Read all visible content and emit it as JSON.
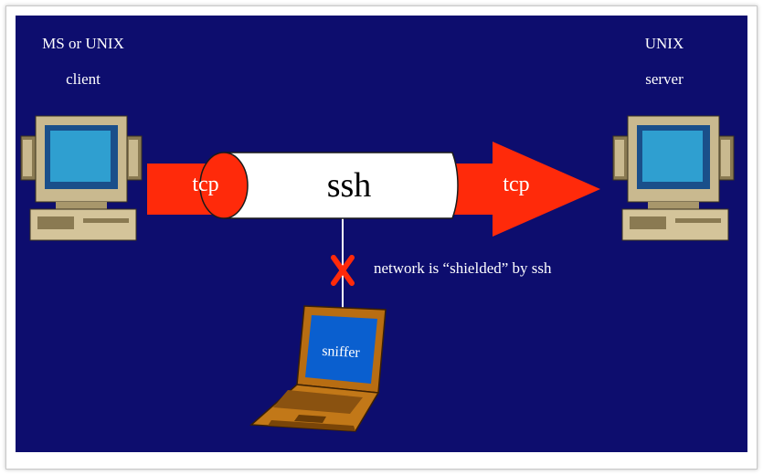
{
  "client": {
    "line1": "MS or UNIX",
    "line2": "client"
  },
  "server": {
    "line1": "UNIX",
    "line2": "server"
  },
  "tunnel": {
    "label": "ssh"
  },
  "left_arrow": {
    "label": "tcp"
  },
  "right_arrow": {
    "label": "tcp"
  },
  "caption": "network is “shielded” by ssh",
  "sniffer": {
    "label": "sniffer"
  },
  "colors": {
    "background": "#0d0d6e",
    "arrow": "#ff2a0a",
    "tunnel": "#ffffff",
    "block_mark": "#ff2a0a"
  }
}
